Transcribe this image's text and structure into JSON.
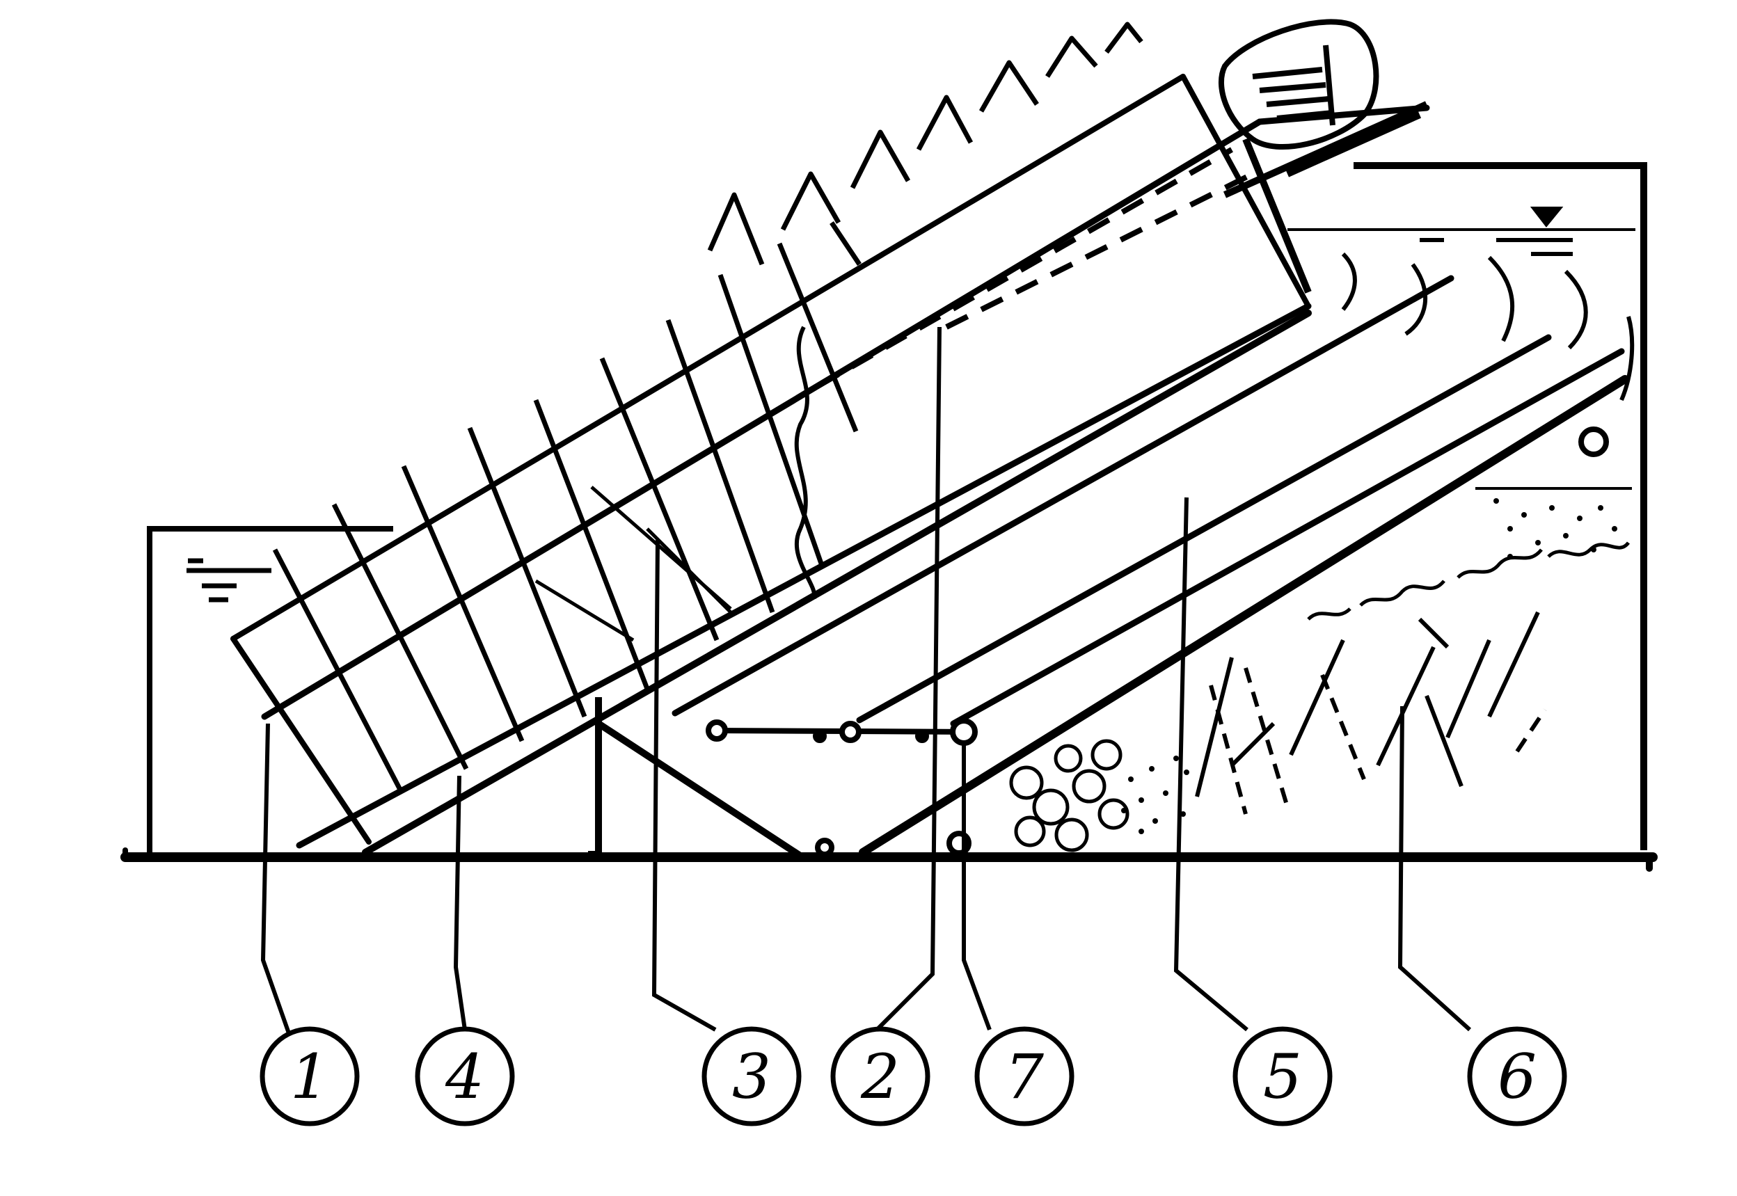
{
  "diagram": {
    "callouts": [
      {
        "id": "1",
        "label": "1"
      },
      {
        "id": "4",
        "label": "4"
      },
      {
        "id": "3",
        "label": "3"
      },
      {
        "id": "2",
        "label": "2"
      },
      {
        "id": "7",
        "label": "7"
      },
      {
        "id": "5",
        "label": "5"
      },
      {
        "id": "6",
        "label": "6"
      }
    ]
  },
  "colors": {
    "ink": "#000000",
    "paper": "#ffffff"
  }
}
